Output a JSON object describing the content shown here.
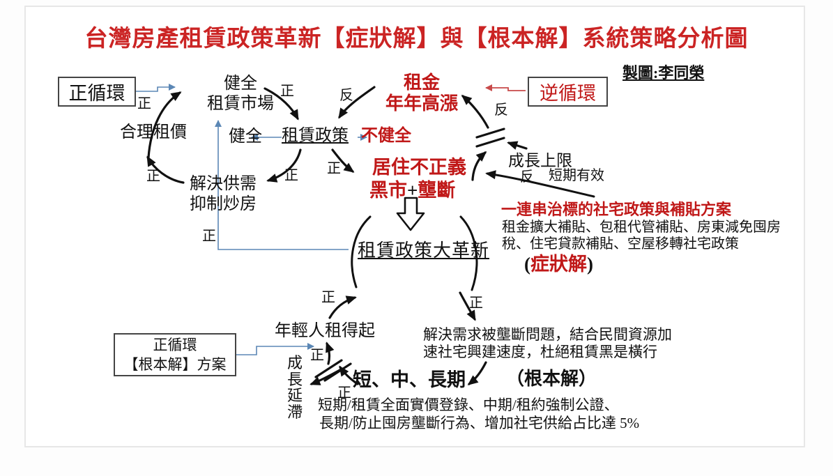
{
  "page": {
    "title": "台灣房產租賃政策革新【症狀解】與【根本解】系統策略分析圖",
    "credit": "製圖:李同榮"
  },
  "colors": {
    "title_red": "#CB2424",
    "content_red": "#C01818",
    "connector_blue": "#5B87B5",
    "connector_red": "#C84A4A",
    "ink_black": "#111111"
  },
  "boxes": {
    "positive_loop": "正循環",
    "negative_loop": "逆循環",
    "root_solution_line1": "正循環",
    "root_solution_line2": "【根本解】方案"
  },
  "nodes": {
    "healthy_market_l1": "健全",
    "healthy_market_l2": "租賃市場",
    "fair_rent": "合理租價",
    "solve_supply_l1": "解決供需",
    "solve_supply_l2": "抑制炒房",
    "healthy": "健全",
    "rental_policy": "租賃政策",
    "unhealthy": "不健全",
    "rent_rising_l1": "租金",
    "rent_rising_l2": "年年高漲",
    "injustice_l1": "居住不正義",
    "injustice_l2a": "黑市",
    "injustice_plus": "+",
    "injustice_l2b": "壟斷",
    "growth_limit": "成長上限",
    "short_term_effective": "短期有效",
    "policy_reform": "租賃政策大革新",
    "young_afford": "年輕人租得起",
    "growth_delay": "成長延滯",
    "short_mid_long": "短、中、長期"
  },
  "labels": {
    "positive": "正",
    "negative": "反"
  },
  "annotations": {
    "symptom_heading": "一連串治標的社宅政策與補貼方案",
    "symptom_body_l1": "租金擴大補貼、包租代管補貼、房東減免囤房",
    "symptom_body_l2": "稅、住宅貸款補貼、空屋移轉社宅政策",
    "symptom_tag_open": "(",
    "symptom_tag": "症狀解",
    "symptom_tag_close": ")",
    "root_body_l1": "解決需求被壟斷問題，結合民間資源加",
    "root_body_l2": "速社宅興建速度，杜絕租賃黑是橫行",
    "root_tag": "（根本解）",
    "bottom_l1": "短期/租賃全面實價登錄、中期/租約強制公證、",
    "bottom_l2": "長期/防止囤房壟斷行為、增加社宅供給占比達 5%"
  }
}
